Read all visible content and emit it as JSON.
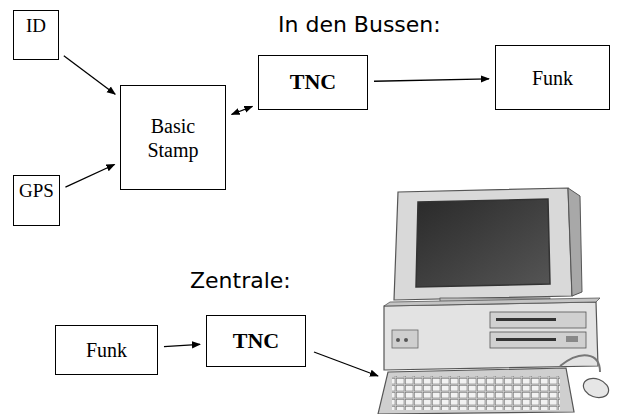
{
  "diagram": {
    "nodes": [
      {
        "text": [
          "ID"
        ]
      },
      {
        "text": [
          "GPS"
        ]
      },
      {
        "text": [
          "Basic Stamp"
        ]
      },
      {
        "text": [
          "TNC"
        ]
      },
      {
        "text": [
          "Funk"
        ]
      },
      {
        "text": [
          "Funk"
        ]
      },
      {
        "text": [
          "TNC"
        ]
      }
    ],
    "edges": [
      {
        "from": 0,
        "to": 2,
        "arrow": "to"
      },
      {
        "from": 1,
        "to": 2,
        "arrow": "to"
      },
      {
        "from": 2,
        "to": 3,
        "arrow": "both"
      },
      {
        "from": 3,
        "to": 4,
        "arrow": "to"
      },
      {
        "from": 5,
        "to": 6,
        "arrow": "to"
      }
    ],
    "labels": [
      "In den Bussen:",
      "Zentrale:"
    ]
  }
}
